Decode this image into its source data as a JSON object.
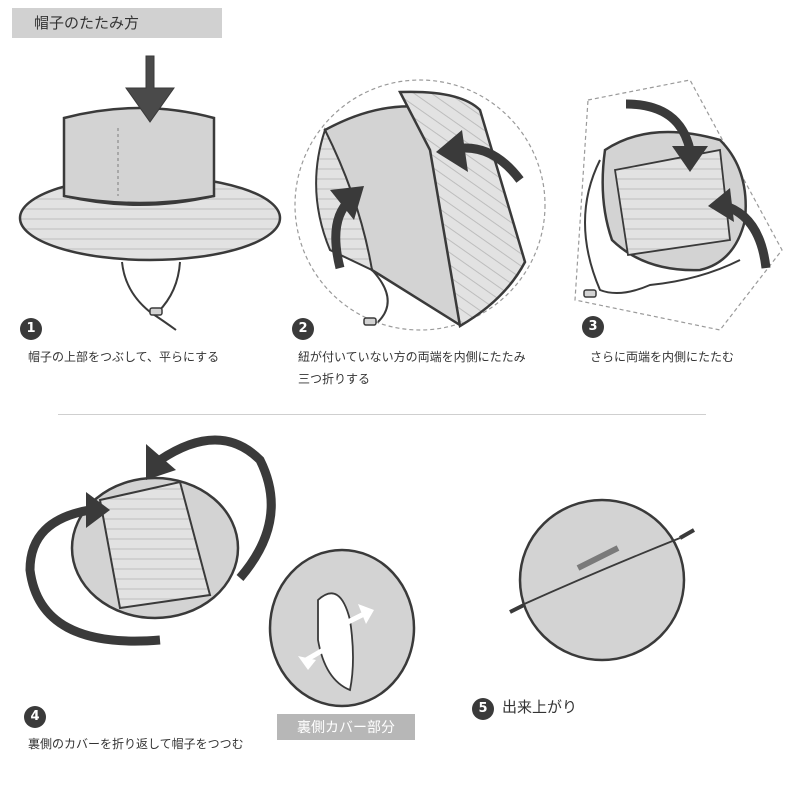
{
  "title": "帽子のたたみ方",
  "steps": [
    {
      "number": "1",
      "lines": [
        "帽子の上部をつぶして、平らにする"
      ]
    },
    {
      "number": "2",
      "lines": [
        "紐が付いていない方の両端を内側にたたみ",
        "三つ折りする"
      ]
    },
    {
      "number": "3",
      "lines": [
        "さらに両端を内側にたたむ"
      ]
    },
    {
      "number": "4",
      "lines": [
        "裏側のカバーを折り返して帽子をつつむ"
      ]
    },
    {
      "number": "5",
      "lines": [
        "出来上がり"
      ]
    }
  ],
  "inner_cover_label": "裏側カバー部分",
  "colors": {
    "fill": "#d3d3d3",
    "stroke": "#3a3a3a",
    "arrow": "#4a4a4a",
    "label_bg": "#b7b7b7"
  }
}
